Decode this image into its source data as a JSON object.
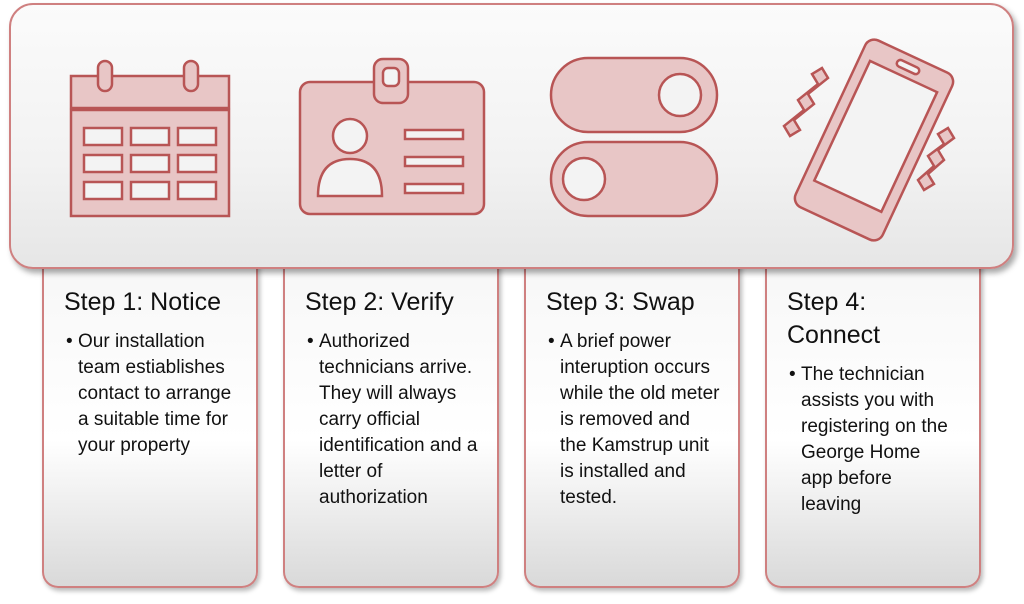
{
  "steps": [
    {
      "title": "Step 1: Notice",
      "text": "Our installation team estiablishes contact to arrange a suitable time for your property",
      "icon": "calendar-icon"
    },
    {
      "title": "Step 2: Verify",
      "text": "Authorized technicians arrive. They will always carry official identification and a letter of authorization",
      "icon": "id-badge-icon"
    },
    {
      "title": "Step 3: Swap",
      "text": "A brief power interuption occurs while the old meter is removed and the Kamstrup unit is installed and tested.",
      "icon": "toggle-switch-icon"
    },
    {
      "title": "Step 4: Connect",
      "text": "The technician assists you with registering on the George Home app before leaving",
      "icon": "vibrating-phone-icon"
    }
  ],
  "bullet": "•",
  "colors": {
    "accent": "#cf8080",
    "icon_fill": "#e8c6c6",
    "icon_stroke": "#b85555"
  }
}
